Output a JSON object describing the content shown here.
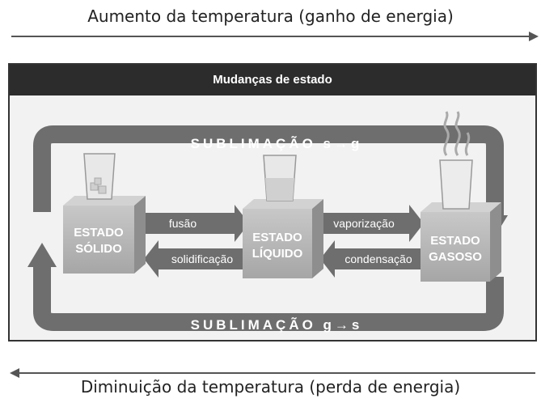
{
  "top_caption": "Aumento da temperatura (ganho de energia)",
  "bottom_caption": "Diminuição da temperatura (perda de energia)",
  "panel_title": "Mudanças de estado",
  "sublimation_top": "SUBLIMAÇÃO s→g",
  "sublimation_bottom": "SUBLIMAÇÃO g→s",
  "states": {
    "solid": [
      "ESTADO",
      "SÓLIDO"
    ],
    "liquid": [
      "ESTADO",
      "LÍQUIDO"
    ],
    "gas": [
      "ESTADO",
      "GASOSO"
    ]
  },
  "transitions": {
    "fusion": "fusão",
    "solidification": "solidificação",
    "vaporization": "vaporização",
    "condensation": "condensação"
  },
  "colors": {
    "band": "#6e6e6e",
    "box": "#b5b5b5",
    "header": "#2c2c2c"
  }
}
